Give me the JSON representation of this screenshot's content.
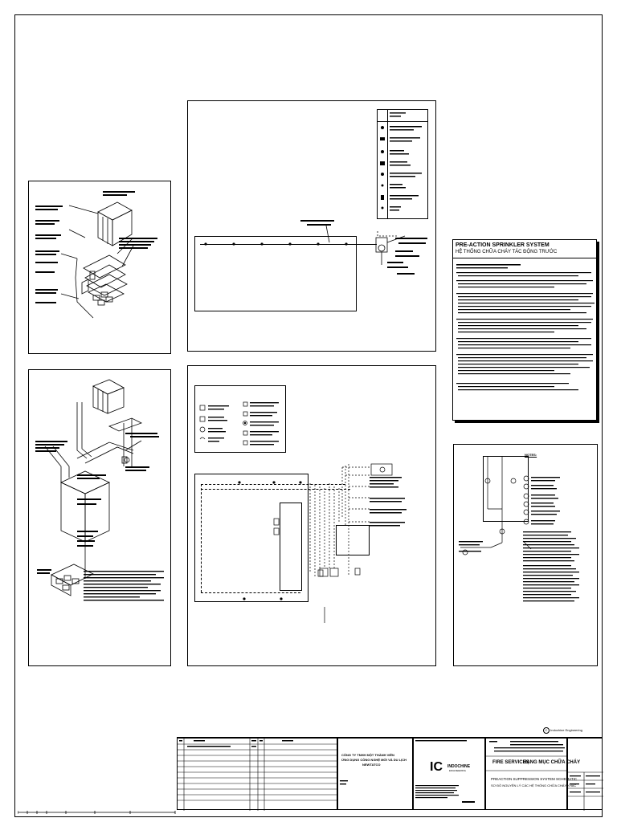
{
  "panels": {
    "p1": {
      "title_en": "",
      "title_vi": "",
      "scale": ""
    },
    "p2": {
      "title_en": "",
      "title_vi": "",
      "scale": ""
    },
    "p3": {
      "title_en": "",
      "title_vi": "",
      "scale": ""
    },
    "p4": {
      "title_en": "",
      "title_vi": "",
      "scale": ""
    },
    "p5": {
      "title_en": "",
      "title_vi": "",
      "scale": ""
    },
    "p6": {
      "title_en": "",
      "title_vi": "",
      "scale": ""
    }
  },
  "labels": {
    "p2_room_en": "",
    "p2_room_vi": "",
    "p4_room_en": "",
    "p4_room_vi": "",
    "p4_room_sub": "",
    "p4_label2": "",
    "p4_label2_vi": "",
    "p3_notes_title": "",
    "p4_legend_title": "",
    "p4_legend_sub": ""
  },
  "notes_box": {
    "title": "PRE-ACTION SPRINKLER SYSTEM",
    "subtitle": "HỆ THỐNG CHỮA CHÁY TÁC ĐỘNG TRƯỚC"
  },
  "p6_notes": {
    "title": "NOTES:"
  },
  "title_block": {
    "company_vi_1": "CÔNG TY TNHH MỘT THÀNH VIÊN",
    "company_vi_2": "ỨNG DỤNG CÔNG NGHỆ MỚI VÀ DU LỊCH",
    "company_vi_3": "NEWTATCO",
    "client": "",
    "logo_word": "INDOCHINE",
    "logo_sub": "ENGINEERING",
    "logo_mark": "IC",
    "section_en": "FIRE SERVICES",
    "section_vi": "HẠNG MỤC CHỮA CHÁY",
    "drawing_title_en": "PREACTION SUPPRESSION SYSTEM SCHEMATIC",
    "drawing_title_vi": "SƠ ĐỒ NGUYÊN LÝ CÁC HỆ THỐNG CHỮA CHÁY KHÁC",
    "drawing_no": "",
    "rev_label": "",
    "copyright": "Indochine Engineering",
    "dept": ""
  }
}
